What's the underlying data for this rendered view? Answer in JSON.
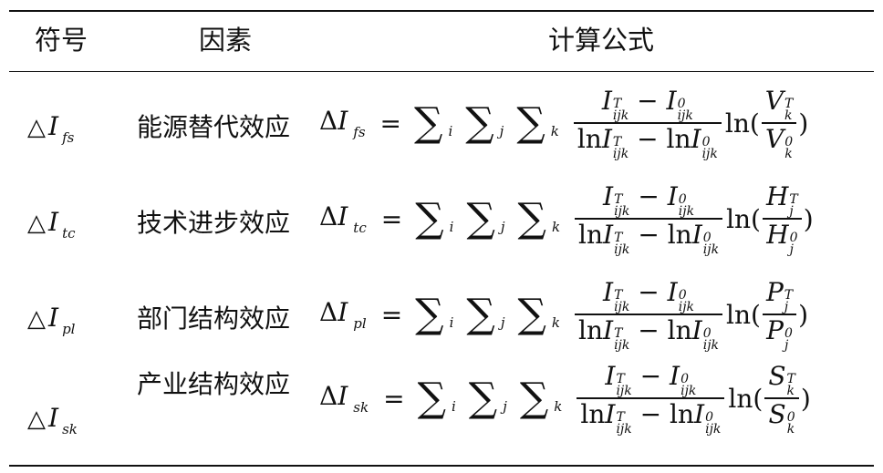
{
  "headers": {
    "symbol": "符号",
    "factor": "因素",
    "formula": "计算公式"
  },
  "common": {
    "delta_symbol": "△",
    "delta_formula": "Δ",
    "var_I": "I",
    "equals": "=",
    "sigma": "∑",
    "idx_i": "i",
    "idx_j": "j",
    "idx_k": "k",
    "ijk": "ijk",
    "sup_T": "T",
    "sup_0": "0",
    "minus": "−",
    "ln": "ln",
    "ln_open": "ln(",
    "close": ")"
  },
  "rows": [
    {
      "sym_sub": "fs",
      "factor": "能源替代效应",
      "var": "V",
      "var_sub": "k"
    },
    {
      "sym_sub": "tc",
      "factor": "技术进步效应",
      "var": "H",
      "var_sub": "j"
    },
    {
      "sym_sub": "pl",
      "factor": "部门结构效应",
      "var": "P",
      "var_sub": "j"
    },
    {
      "sym_sub": "sk",
      "factor": "产业结构效应",
      "var": "S",
      "var_sub": "k"
    }
  ]
}
